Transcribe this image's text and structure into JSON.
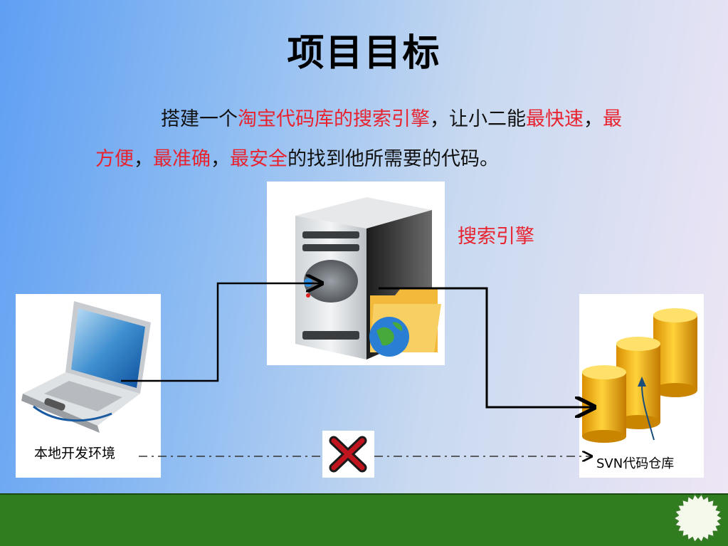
{
  "slide": {
    "title": "项目目标",
    "paragraph": [
      {
        "text": "搭建一个",
        "highlight": false
      },
      {
        "text": "淘宝代码库的搜索引擎",
        "highlight": true
      },
      {
        "text": "，让小二能",
        "highlight": false
      },
      {
        "text": "最快速",
        "highlight": true
      },
      {
        "text": "，",
        "highlight": false
      },
      {
        "text": "最方便",
        "highlight": true
      },
      {
        "text": "，",
        "highlight": false
      },
      {
        "text": "最准确",
        "highlight": true
      },
      {
        "text": "，",
        "highlight": false
      },
      {
        "text": "最安全",
        "highlight": true
      },
      {
        "text": "的找到他所需要的代码。",
        "highlight": false
      }
    ],
    "server_label": "搜索引擎",
    "laptop_caption": "本地开发环境",
    "repo_caption": "SVN代码仓库"
  },
  "colors": {
    "highlight": "#e8232f",
    "footer": "#2f7d1e",
    "cross": "#c0141e"
  },
  "icons": [
    "laptop-icon",
    "server-icon",
    "folder-globe-icon",
    "database-icon",
    "cross-icon",
    "starburst-icon"
  ]
}
